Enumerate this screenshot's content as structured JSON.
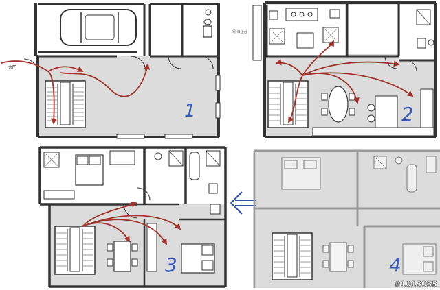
{
  "plans": [
    {
      "label": "1",
      "entrance_text": "大門"
    },
    {
      "label": "2",
      "note_text": "電•日上台"
    },
    {
      "label": "3"
    },
    {
      "label": "4"
    }
  ],
  "watermark": "#1015055",
  "colors": {
    "wall": "#333333",
    "floor": "#dcdcdc",
    "route": "#a0342c",
    "ink": "#3a5ab8",
    "arrow": "#2f4fa8",
    "stair": "#9a9a9a"
  }
}
